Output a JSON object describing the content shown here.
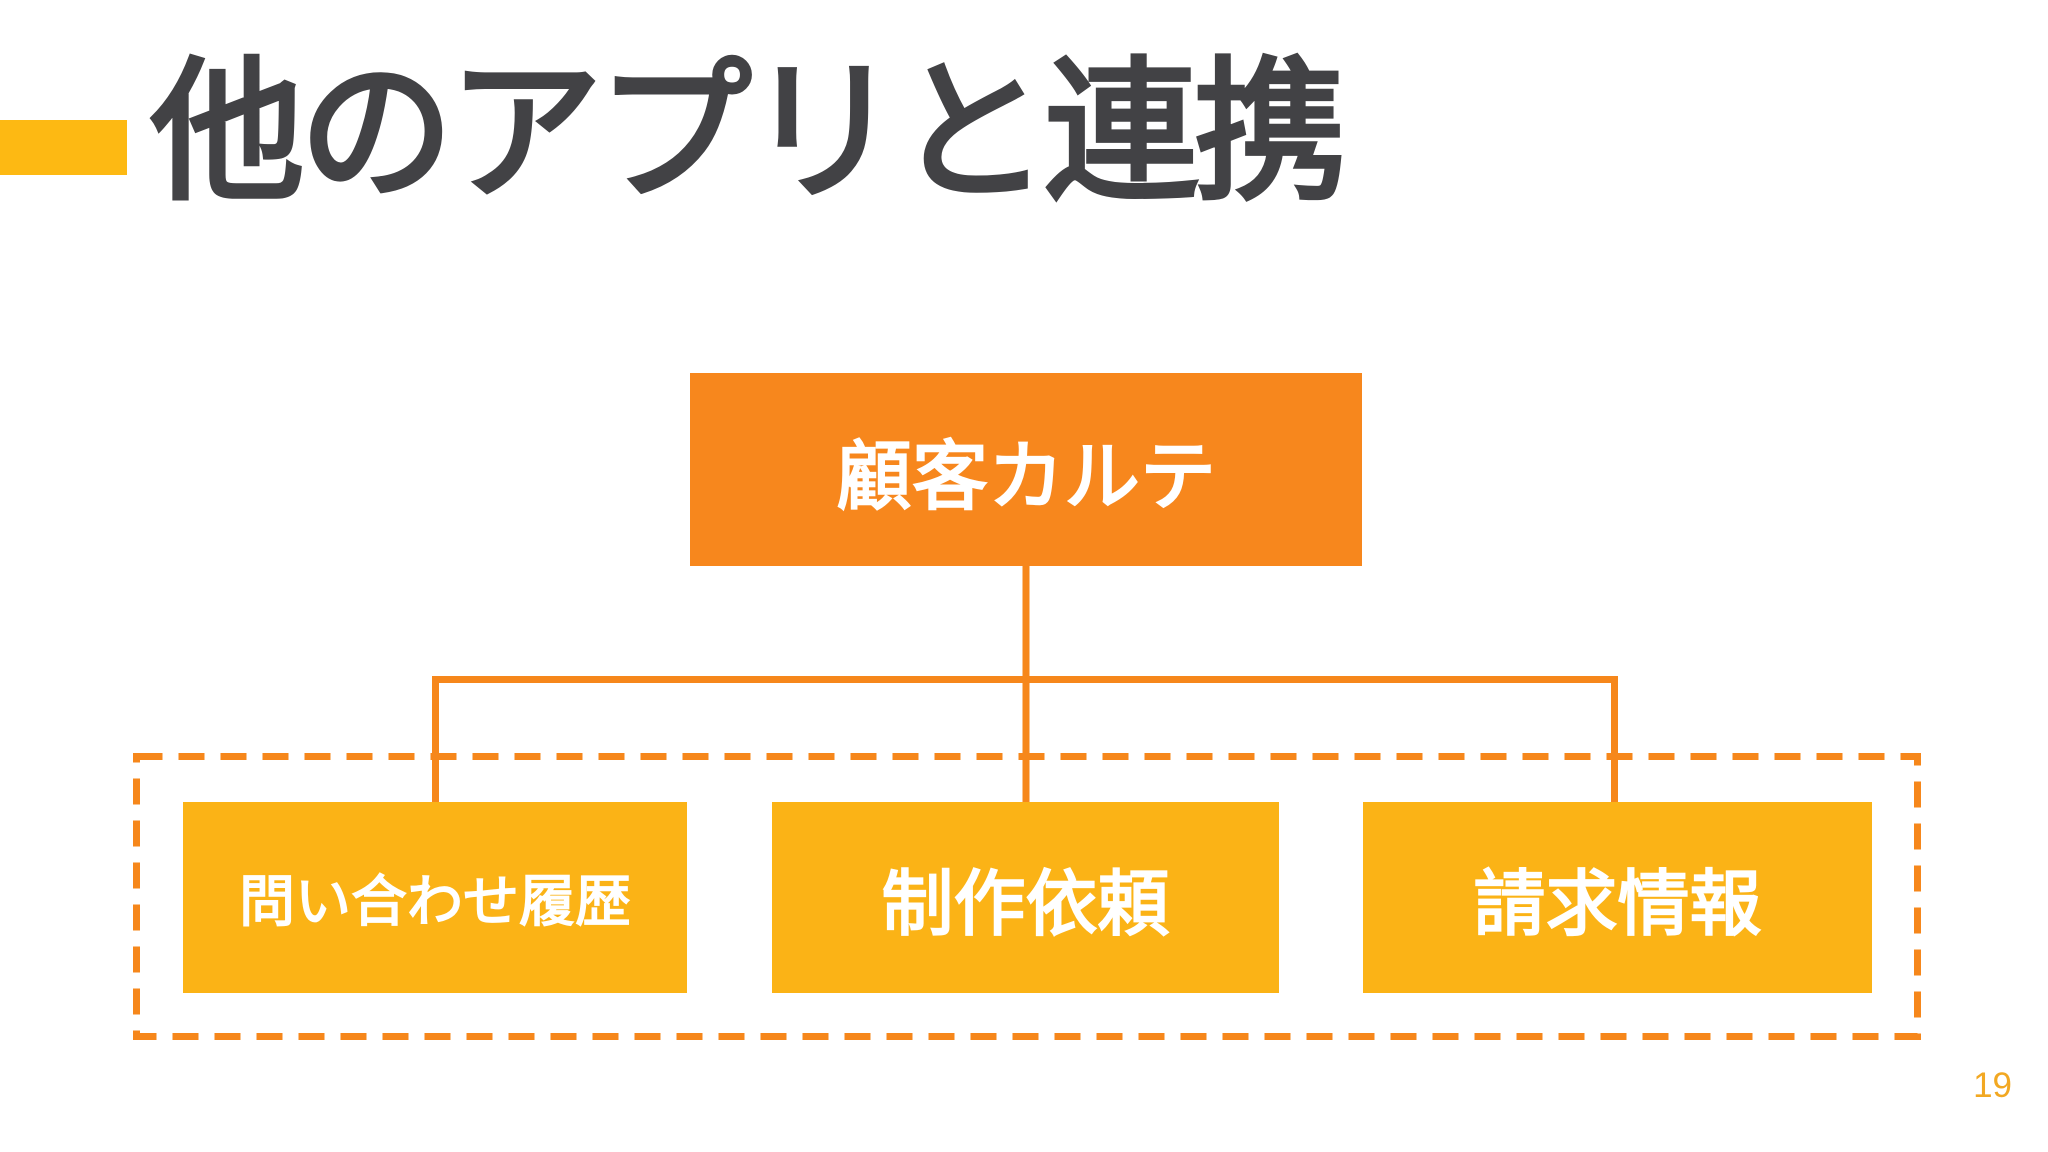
{
  "slide": {
    "title": "他のアプリと連携",
    "page_number": "19"
  },
  "diagram": {
    "root": {
      "label": "顧客カルテ"
    },
    "children": [
      {
        "label": "問い合わせ履歴"
      },
      {
        "label": "制作依頼"
      },
      {
        "label": "請求情報"
      }
    ]
  },
  "colors": {
    "background": "#FFFFFF",
    "accent_bar": "#FDB913",
    "title_text": "#424245",
    "root_box": "#F7871D",
    "child_box": "#FBB316",
    "connector": "#F6871B",
    "dashed_border": "#F6871B",
    "box_text": "#FFFFFF",
    "page_number": "#F2A822"
  }
}
